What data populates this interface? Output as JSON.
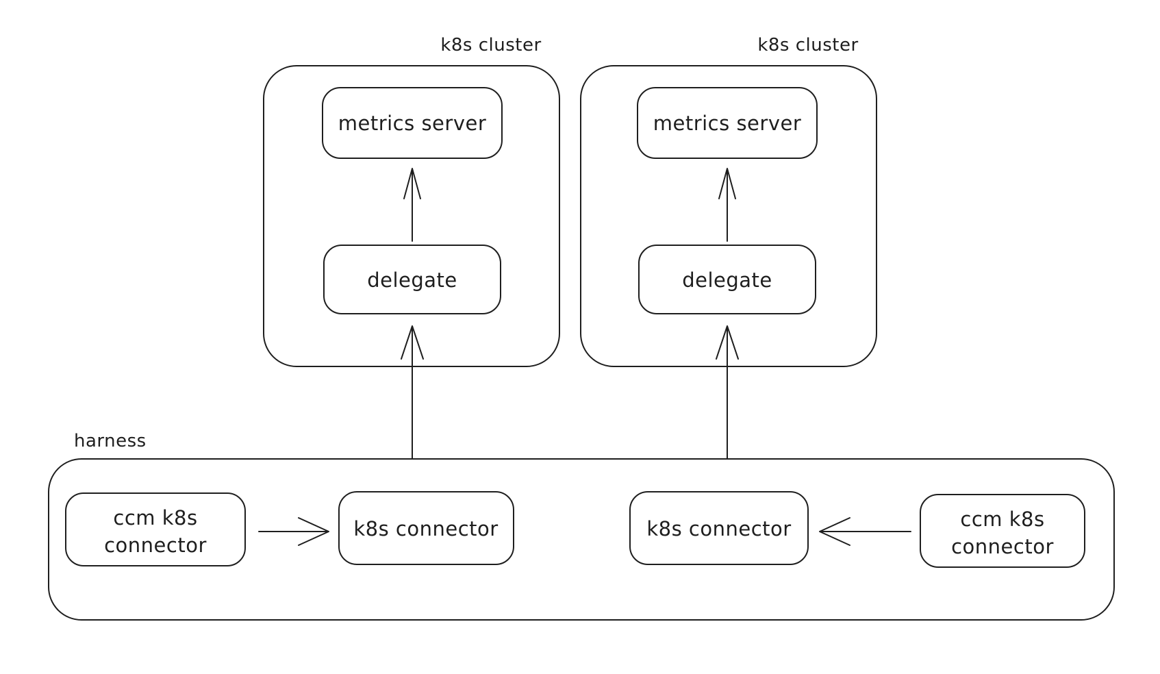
{
  "colors": {
    "stroke": "#1e1e1e",
    "background": "#ffffff"
  },
  "clusters": [
    {
      "label": "k8s cluster",
      "metrics_server": "metrics server",
      "delegate": "delegate"
    },
    {
      "label": "k8s cluster",
      "metrics_server": "metrics server",
      "delegate": "delegate"
    }
  ],
  "harness": {
    "label": "harness",
    "left_ccm_connector": {
      "line1": "ccm k8s",
      "line2": "connector"
    },
    "left_k8s_connector": "k8s connector",
    "right_k8s_connector": "k8s connector",
    "right_ccm_connector": {
      "line1": "ccm k8s",
      "line2": "connector"
    }
  }
}
